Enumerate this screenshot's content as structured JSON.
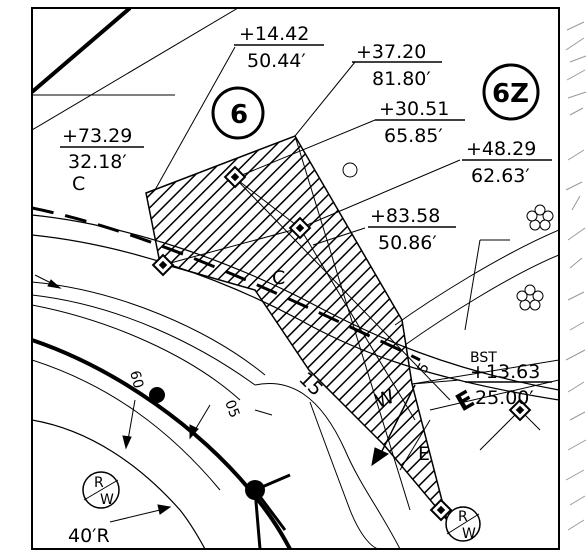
{
  "stations": [
    {
      "sta": "+14.42",
      "off": "50.44′"
    },
    {
      "sta": "+37.20",
      "off": "81.80′"
    },
    {
      "sta": "+30.51",
      "off": "65.85′"
    },
    {
      "sta": "+73.29",
      "off": "32.18′"
    },
    {
      "sta": "+48.29",
      "off": "62.63′"
    },
    {
      "sta": "+83.58",
      "off": "50.86′"
    },
    {
      "sta": "+13.63",
      "off": "25.00′"
    }
  ],
  "parcel_labels": {
    "left": "6",
    "right": "6Z"
  },
  "road_labels": {
    "c_left": "C",
    "c_mid": "C",
    "e_label": "E",
    "f_label": "E",
    "bst": "BST",
    "w": "W",
    "fifteen": "15",
    "five": "5",
    "sixty": "60",
    "fifty": "05"
  },
  "rw": {
    "r": "R",
    "w": "W"
  },
  "radius": "40′R"
}
